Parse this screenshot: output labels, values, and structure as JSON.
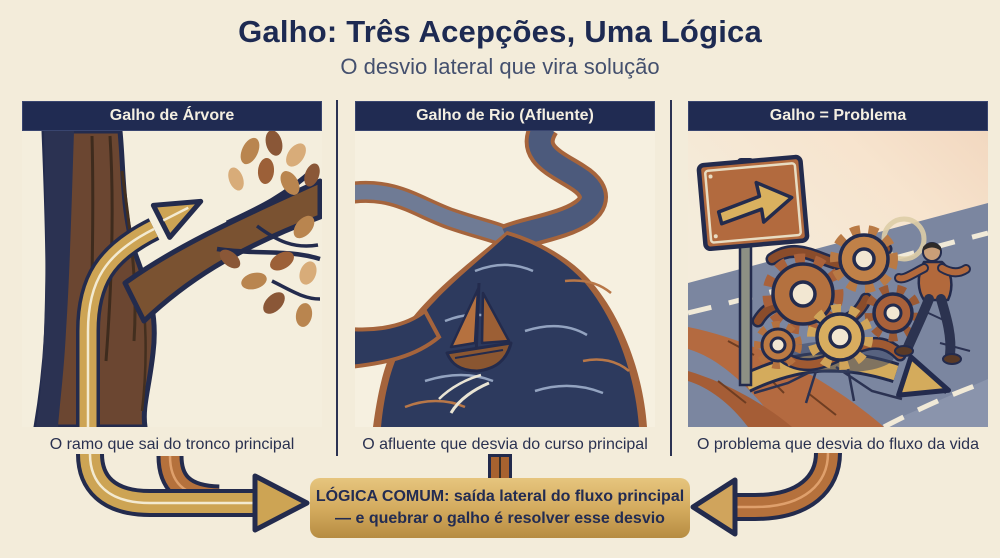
{
  "header": {
    "title": "Galho: Três Acepções, Uma Lógica",
    "subtitle": "O desvio lateral que vira solução",
    "title_color": "#1d2a52",
    "subtitle_color": "#44506e"
  },
  "panels": [
    {
      "id": "tree",
      "header": "Galho de Árvore",
      "caption": "O ramo que sai do tronco principal",
      "illustration": "tree-trunk-with-branch-and-gold-arrow-curving-up-right"
    },
    {
      "id": "river",
      "header": "Galho de Rio (Afluente)",
      "caption": "O afluente que desvia do curso principal",
      "illustration": "winding-navy-river-with-tributary-and-sailboat"
    },
    {
      "id": "problem",
      "header": "Galho = Problema",
      "caption": "O problema que desvia do fluxo da vida",
      "illustration": "cracked-road-blocked-by-tangled-gears-direction-sign-man-taking-detour-arrow"
    }
  ],
  "banner": {
    "line1": "LÓGICA COMUM: saída lateral do fluxo principal",
    "line2": "— e quebrar o galho é resolver esse desvio",
    "text_color": "#232c52",
    "gold_light": "#e6c57e",
    "gold_dark": "#b68c42"
  },
  "flow": {
    "left_arrow": "two-pipes-gold-and-copper-merging-into-gold-right-arrow",
    "right_arrow": "copper-pipe-curving-into-gold-left-arrow",
    "connector": "vertical-copper-link-from-center-panel-to-banner"
  },
  "colors": {
    "background": "#f3ecda",
    "navy": "#202b52",
    "gold": "#cda454",
    "copper": "#b06a3c",
    "cream_line": "#f3ead1",
    "river_dark": "#2d3a5e",
    "river_gray": "#6f7b95",
    "bank_copper": "#a5643c",
    "road_slate": "#7b86a0",
    "road_terracotta": "#b46a40"
  }
}
